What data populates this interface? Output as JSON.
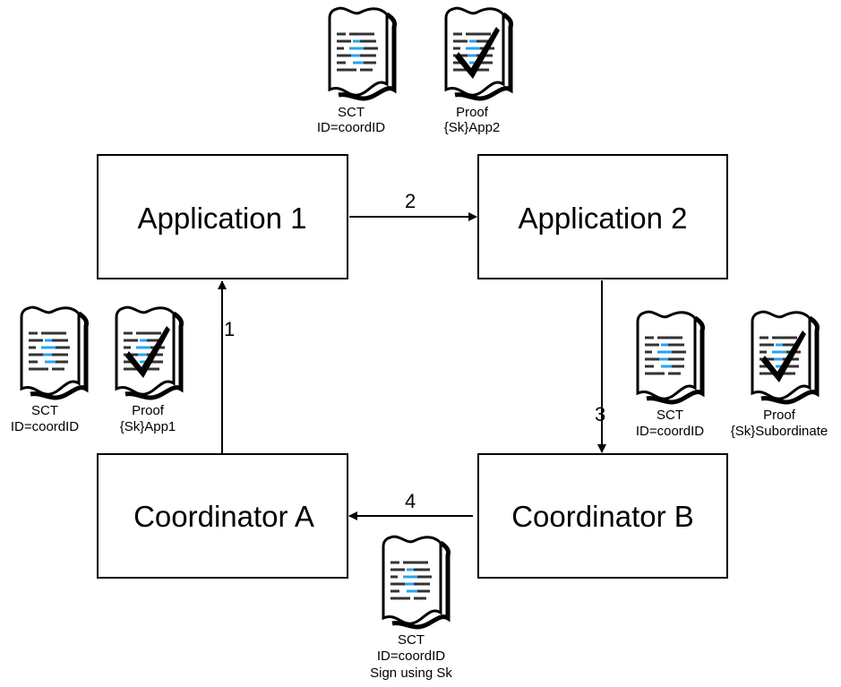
{
  "nodes": {
    "app1": "Application 1",
    "app2": "Application 2",
    "coordA": "Coordinator A",
    "coordB": "Coordinator B"
  },
  "steps": [
    "1",
    "2",
    "3",
    "4"
  ],
  "documents": {
    "top_sct": {
      "kind": "token",
      "lines": [
        "SCT",
        "ID=coordID"
      ]
    },
    "top_proof": {
      "kind": "proof",
      "lines": [
        "Proof",
        "{Sk}App2"
      ]
    },
    "left_sct": {
      "kind": "token",
      "lines": [
        "SCT",
        "ID=coordID"
      ]
    },
    "left_proof": {
      "kind": "proof",
      "lines": [
        "Proof",
        "{Sk}App1"
      ]
    },
    "right_sct": {
      "kind": "token",
      "lines": [
        "SCT",
        "ID=coordID"
      ]
    },
    "right_proof": {
      "kind": "proof",
      "lines": [
        "Proof",
        "{Sk}Subordinate"
      ]
    },
    "bottom_sct": {
      "kind": "token",
      "lines": [
        "SCT",
        "ID=coordID",
        "Sign using Sk"
      ]
    }
  },
  "colors": {
    "line": "#000000",
    "page_fill": "#ffffff",
    "text_bars": "#333333",
    "highlight_bars": "#29a3ef",
    "checkmark": "#000000"
  }
}
